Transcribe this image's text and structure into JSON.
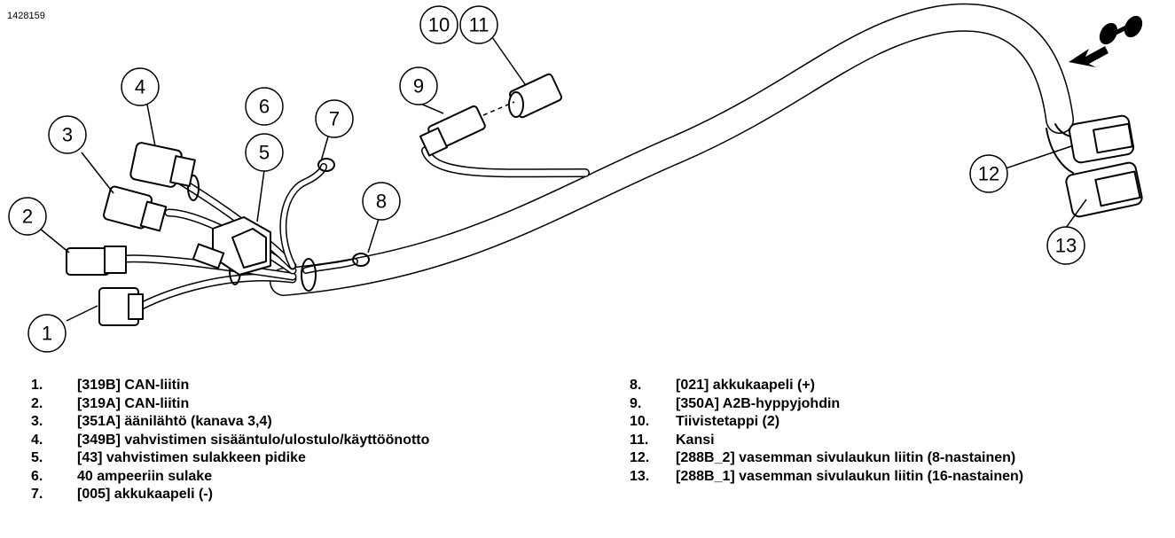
{
  "figure_id": "1428159",
  "callouts": [
    "1",
    "2",
    "3",
    "4",
    "5",
    "6",
    "7",
    "8",
    "9",
    "10",
    "11",
    "12",
    "13"
  ],
  "legend": [
    {
      "num": "1.",
      "text": "[319B] CAN-liitin"
    },
    {
      "num": "2.",
      "text": "[319A] CAN-liitin"
    },
    {
      "num": "3.",
      "text": "[351A] äänilähtö (kanava 3,4)"
    },
    {
      "num": "4.",
      "text": "[349B] vahvistimen sisääntulo/ulostulo/käyttöönotto"
    },
    {
      "num": "5.",
      "text": "[43] vahvistimen sulakkeen pidike"
    },
    {
      "num": "6.",
      "text": "40 ampeeriin sulake"
    },
    {
      "num": "7.",
      "text": "[005] akkukaapeli (-)"
    },
    {
      "num": "8.",
      "text": "[021] akkukaapeli (+)"
    },
    {
      "num": "9.",
      "text": "[350A] A2B-hyppyjohdin"
    },
    {
      "num": "10.",
      "text": "Tiivistetappi (2)"
    },
    {
      "num": "11.",
      "text": "Kansi"
    },
    {
      "num": "12.",
      "text": "[288B_2] vasemman sivulaukun liitin (8-nastainen)"
    },
    {
      "num": "13.",
      "text": "[288B_1] vasemman sivulaukun liitin (16-nastainen)"
    }
  ],
  "icons": [
    "front-direction-arrow-icon"
  ]
}
